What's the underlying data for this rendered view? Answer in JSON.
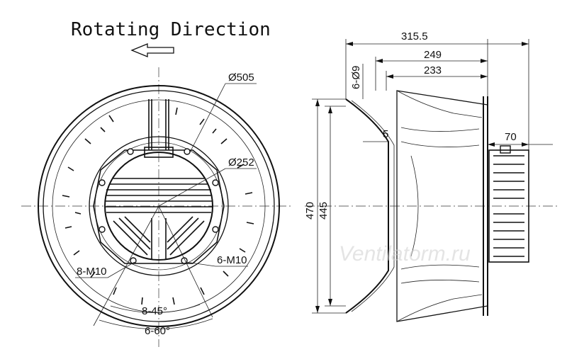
{
  "title": "Rotating Direction",
  "watermark": "Ventilatorm.ru",
  "front_view": {
    "outer_diameter": "Ø505",
    "inner_diameter": "Ø252",
    "bolt_left": "8-M10",
    "bolt_right": "6-M10",
    "angle_1": "8-45°",
    "angle_2": "6-60°"
  },
  "side_view": {
    "overall_length": "315.5",
    "length_2": "249",
    "length_3": "233",
    "holes": "6-Ø9",
    "flange_offset": "5",
    "motor_protrusion": "70",
    "height_outer": "470",
    "height_inner": "445"
  }
}
